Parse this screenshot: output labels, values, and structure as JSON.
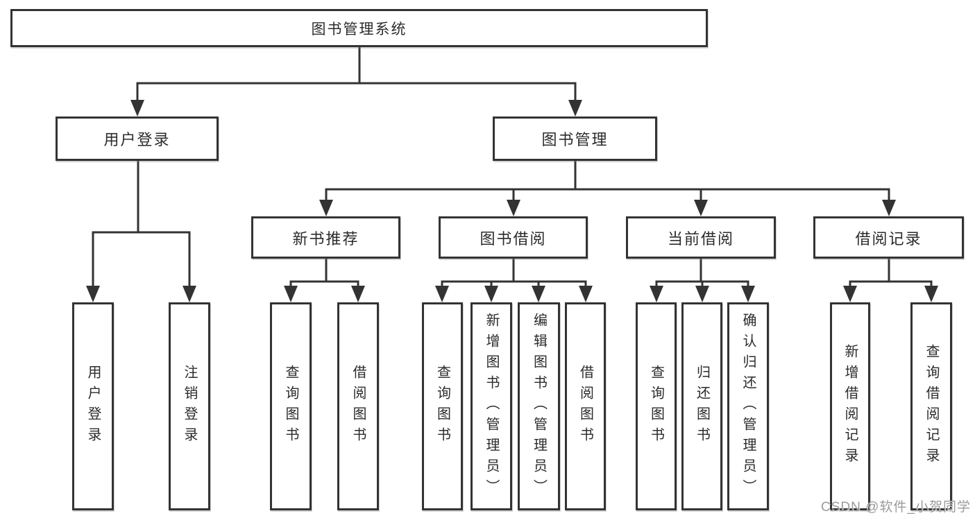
{
  "tree": {
    "root": "图书管理系统",
    "children": [
      {
        "label": "用户登录",
        "children": [
          {
            "label": "用户登录"
          },
          {
            "label": "注销登录"
          }
        ]
      },
      {
        "label": "图书管理",
        "children": [
          {
            "label": "新书推荐",
            "children": [
              {
                "label": "查询图书"
              },
              {
                "label": "借阅图书"
              }
            ]
          },
          {
            "label": "图书借阅",
            "children": [
              {
                "label": "查询图书"
              },
              {
                "label": "新增图书（管理员）"
              },
              {
                "label": "编辑图书（管理员）"
              },
              {
                "label": "借阅图书"
              }
            ]
          },
          {
            "label": "当前借阅",
            "children": [
              {
                "label": "查询图书"
              },
              {
                "label": "归还图书"
              },
              {
                "label": "确认归还（管理员）"
              }
            ]
          },
          {
            "label": "借阅记录",
            "children": [
              {
                "label": "新增借阅记录"
              },
              {
                "label": "查询借阅记录"
              }
            ]
          }
        ]
      }
    ]
  },
  "watermark": {
    "text": "CSDN @软件_小贺同学"
  },
  "colors": {
    "line": "#333333",
    "box_border": "#333333",
    "text": "#2b2b2b",
    "watermark": "#9b9b9b",
    "background": "#ffffff"
  }
}
